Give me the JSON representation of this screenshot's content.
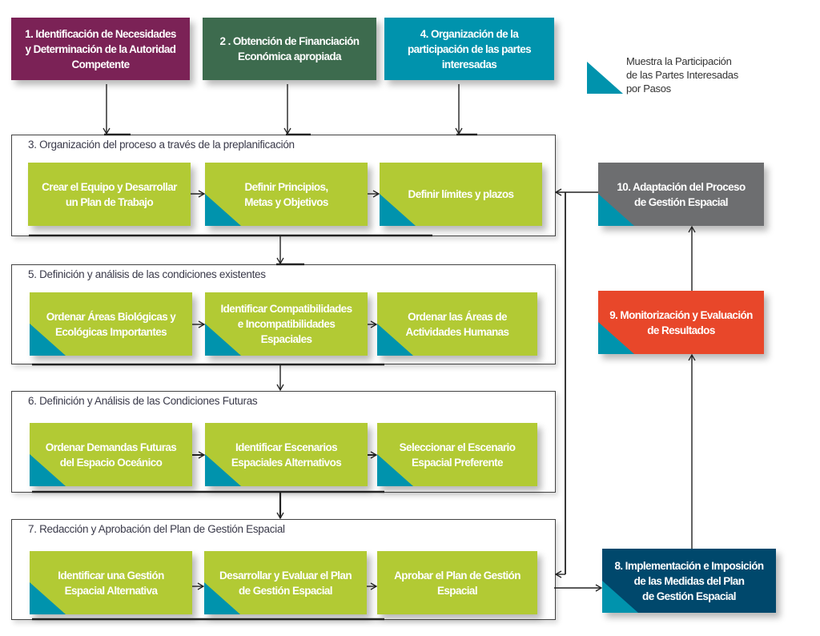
{
  "colors": {
    "step1": "#7b2256",
    "step2": "#3d6b4e",
    "step4": "#0093ad",
    "substep": "#b2ca34",
    "stakeholder_triangle": "#0093ad",
    "step10": "#6d6e70",
    "step9": "#e8472a",
    "step8": "#00486c"
  },
  "top_steps": [
    {
      "label": "1. Identificación de Necesidades\ny Determinación de la Autoridad\nCompetente"
    },
    {
      "label": "2 . Obtención de Financiación\nEconómica apropiada"
    },
    {
      "label": "4. Organización de la\nparticipación de las partes\ninteresadas"
    }
  ],
  "legend": {
    "icon": "stakeholder-triangle-icon",
    "text": "Muestra la Participación\nde las Partes Interesadas\npor Pasos"
  },
  "sections": [
    {
      "title": "3. Organización del proceso a través de la preplanificación",
      "steps": [
        {
          "label": "Crear el Equipo y Desarrollar\nun Plan de Trabajo",
          "stakeholders": false
        },
        {
          "label": "Definir Principios,\nMetas y Objetivos",
          "stakeholders": true
        },
        {
          "label": "Definir límites y plazos",
          "stakeholders": true
        }
      ]
    },
    {
      "title": "5. Definición y análisis de las condiciones existentes",
      "steps": [
        {
          "label": "Ordenar Áreas Biológicas y\nEcológicas Importantes",
          "stakeholders": true
        },
        {
          "label": "Identificar Compatibilidades\ne Incompatibilidades\nEspaciales",
          "stakeholders": true
        },
        {
          "label": "Ordenar las Áreas de\nActividades Humanas",
          "stakeholders": true
        }
      ]
    },
    {
      "title": "6. Definición y Análisis de las Condiciones Futuras",
      "steps": [
        {
          "label": "Ordenar Demandas Futuras\ndel Espacio Oceánico",
          "stakeholders": true
        },
        {
          "label": "Identificar Escenarios\nEspaciales Alternativos",
          "stakeholders": true
        },
        {
          "label": "Seleccionar el Escenario\nEspacial Preferente",
          "stakeholders": true
        }
      ]
    },
    {
      "title": "7. Redacción y Aprobación del Plan de Gestión Espacial",
      "steps": [
        {
          "label": "Identificar una Gestión\nEspacial Alternativa",
          "stakeholders": true
        },
        {
          "label": "Desarrollar y Evaluar el Plan\nde Gestión Espacial",
          "stakeholders": true
        },
        {
          "label": "Aprobar el Plan de Gestión\nEspacial",
          "stakeholders": false
        }
      ]
    }
  ],
  "side_steps": {
    "step10": {
      "label": "10. Adaptación del Proceso\nde Gestión Espacial",
      "stakeholders": true
    },
    "step9": {
      "label": "9. Monitorización y Evaluación\nde Resultados",
      "stakeholders": true
    },
    "step8": {
      "label": "8. Implementación e Imposición\nde las Medidas del Plan\nde Gestión Espacial",
      "stakeholders": true
    }
  }
}
